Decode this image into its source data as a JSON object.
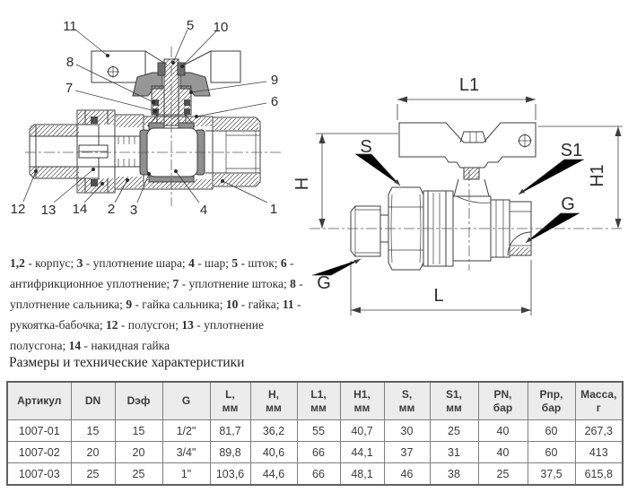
{
  "drawing": {
    "callouts": [
      "11",
      "5",
      "10",
      "8",
      "7",
      "9",
      "6",
      "12",
      "13",
      "14",
      "2",
      "3",
      "4",
      "1"
    ],
    "dimension_labels": {
      "l1": "L1",
      "h": "H",
      "h1": "H1",
      "s": "S",
      "s1": "S1",
      "g_male": "G",
      "g_female": "G",
      "l": "L"
    },
    "colors": {
      "line": "#3d3d3d",
      "seal_fill": "#8f8f8f",
      "hub_fill": "#979797",
      "dark_seal": "#4f4f4f"
    }
  },
  "legend": {
    "items": [
      {
        "num": "1,2",
        "text": "корпус"
      },
      {
        "num": "3",
        "text": "уплотнение шара"
      },
      {
        "num": "4",
        "text": "шар"
      },
      {
        "num": "5",
        "text": "шток"
      },
      {
        "num": "6",
        "text": "антифрикционное уплотнение"
      },
      {
        "num": "7",
        "text": "уплотнение штока"
      },
      {
        "num": "8",
        "text": "уплотнение сальника"
      },
      {
        "num": "9",
        "text": "гайка сальника"
      },
      {
        "num": "10",
        "text": "гайка"
      },
      {
        "num": "11",
        "text": "рукоятка-бабочка"
      },
      {
        "num": "12",
        "text": "полусгон"
      },
      {
        "num": "13",
        "text": "уплотнение полусгона"
      },
      {
        "num": "14",
        "text": "накидная гайка"
      }
    ]
  },
  "table": {
    "title": "Размеры и технические характеристики",
    "header_bg": "#ececec",
    "border_color": "#7e7e7e",
    "headers": [
      "Артикул",
      "DN",
      "Dэф",
      "G",
      "L,\nмм",
      "H,\nмм",
      "L1,\nмм",
      "H1,\nмм",
      "S,\nмм",
      "S1,\nмм",
      "PN,\nбар",
      "Pпр,\nбар",
      "Масса,\nг"
    ],
    "rows": [
      [
        "1007-01",
        "15",
        "15",
        "1/2\"",
        "81,7",
        "36,2",
        "55",
        "40,7",
        "30",
        "25",
        "40",
        "60",
        "267,3"
      ],
      [
        "1007-02",
        "20",
        "20",
        "3/4\"",
        "89,8",
        "40,6",
        "66",
        "44,1",
        "37",
        "31",
        "40",
        "60",
        "413"
      ],
      [
        "1007-03",
        "25",
        "25",
        "1\"",
        "103,6",
        "44,6",
        "66",
        "48,1",
        "46",
        "38",
        "25",
        "37,5",
        "615,8"
      ]
    ]
  }
}
